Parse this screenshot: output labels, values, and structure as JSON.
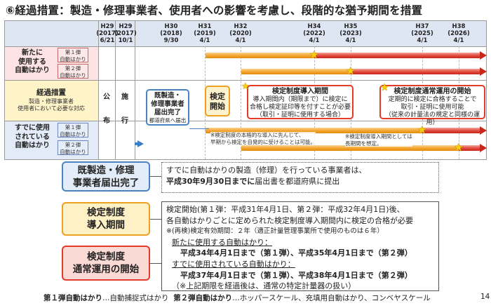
{
  "title": "⑥経過措置：製造・修理事業者、使用者への影響を考慮し、段階的な猶予期間を措置",
  "timeline": {
    "headers": [
      {
        "era": "H29",
        "year": "(2017)",
        "date": "6/21"
      },
      {
        "era": "H29",
        "year": "(2017)",
        "date": "10/1"
      },
      {
        "era": "H30",
        "year": "(2018)",
        "date": "9/30"
      },
      {
        "era": "H31",
        "year": "(2019)",
        "date": "4/1"
      },
      {
        "era": "H32",
        "year": "(2020)",
        "date": "4/1"
      },
      {
        "era": "H34",
        "year": "(2022)",
        "date": "4/1"
      },
      {
        "era": "H35",
        "year": "(2023)",
        "date": "4/1"
      },
      {
        "era": "H37",
        "year": "(2025)",
        "date": "4/1"
      },
      {
        "era": "H38",
        "year": "(2026)",
        "date": "4/1"
      }
    ],
    "rows": {
      "new_use": {
        "label": "新たに\n使用する\n自動はかり",
        "sub1": "第１弾\n自動はかり",
        "sub2": "第２弾\n自動はかり"
      },
      "transitional": {
        "label": "経過措置",
        "sub": "製造・修理事業者\n使用者において必要な対応"
      },
      "in_use": {
        "label": "すでに使用\nされている\n自動はかり",
        "sub1": "第１弾\n自動はかり",
        "sub2": "第２弾\n自動はかり"
      }
    },
    "vertical": {
      "kou": "公\n布",
      "shi": "施\n行"
    },
    "box_existing": {
      "line1": "既製造・",
      "line2": "修理事業者",
      "line3": "届出完了",
      "line4": "都道府県へ届出"
    },
    "box_kentei": {
      "line1": "検定",
      "line2": "開始"
    },
    "box_intro": {
      "heading": "検定制度導入期間",
      "line1": "導入期間内（期限まで）に検定に",
      "line2": "合格し検定証印等を付すことが必要",
      "line3": "（取引・証明に使用する場合）"
    },
    "box_regular": {
      "heading": "検定制度通常運用の開始",
      "line1": "定期的に検定に合格することで",
      "line2": "取引・証明に使用可能",
      "line3": "（従来の計量法の規定と同様の運用）"
    },
    "note1_line1": "※検定制度の本格的な導入に先んじて、",
    "note1_line2": "早期から検定を自発的に受けることは可能。",
    "note2_line1": "※検定制度導入期間としては",
    "note2_line2": "長期間を想定。"
  },
  "lower": {
    "existing": {
      "label1": "既製造・修理",
      "label2": "事業者届出完了",
      "text1": "すでに自動はかりの製造（修理）を行っている事業者は、",
      "text2_bold": "平成30年9月30日までに",
      "text2_rest": "届出書を都道府県に提出"
    },
    "intro": {
      "label1": "検定制度",
      "label2": "導入期間"
    },
    "regular": {
      "label1": "検定制度",
      "label2": "通常運用の開始"
    },
    "desc": {
      "line1": "検定開始(第１弾：平成31年4月1日、第２弾：平成32年4月1日)後、",
      "line2": "各自動はかりごとに定められた検定制度導入期間内に検定の合格が必要",
      "line3": "※(再検)検定有効期間：２年（適正計量管理事業所で使用のものは６年）",
      "line4": "新たに使用する自動はかり：",
      "line5": "平成34年4月1日まで（第１弾）、平成35年4月1日まで（第２弾）",
      "line6": "すでに使用されている自動はかり：",
      "line7": "平成37年4月1日まで（第１弾）、平成38年4月1日まで（第２弾）",
      "line8": "（※上記期限を経過後は、通常の特定計量器の扱い）"
    }
  },
  "footer": {
    "first_bold": "第１弾自動はかり",
    "first_rest": "…自動捕捉式はかり",
    "second_bold": "第２弾自動はかり",
    "second_rest": "…ホッパースケール、充填用自動はかり、コンベヤスケール"
  },
  "page_number": "14",
  "colors": {
    "red": "#e0483a",
    "orange": "#f4a42d",
    "blue": "#4a84c4",
    "yellow_bg": "#fff1c6",
    "pink_bg": "#fbd9d5"
  }
}
